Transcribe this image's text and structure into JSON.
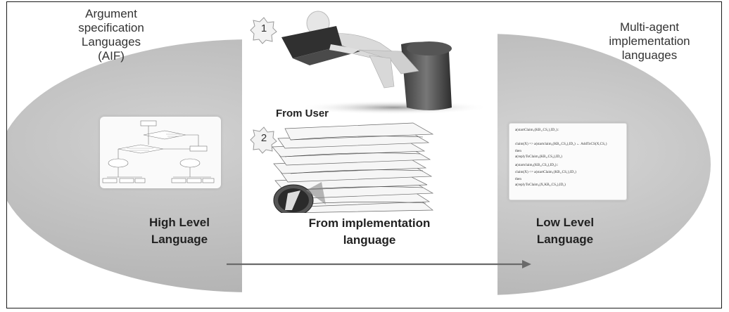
{
  "labels": {
    "left_top_lines": [
      "Argument",
      "specification",
      "Languages",
      "(AIF)"
    ],
    "right_top_lines": [
      "Multi-agent",
      "implementation",
      "languages"
    ],
    "high_level": [
      "High Level",
      "Language"
    ],
    "low_level": [
      "Low Level",
      "Language"
    ],
    "from_user": "From User",
    "from_implementation": [
      "From implementation",
      "language"
    ]
  },
  "badges": [
    "1",
    "2"
  ],
  "code_lines": [
    "a(startClaim₁(KB₁,CS₁),ID₁)::",
    "claim(X) => a(startclaim₂(KB₂,CS₂),ID₂)   ← AddToCS(X,CS₁)",
    "then",
    "a(replyToClaim₂(KB₂,CS₂),ID₂)",
    "a(startclaim₂(KB₂,CS₂),ID₂)::",
    "claim(X) <= a(startClaim₁(KB₁,CS₁),ID₁)",
    "then",
    "a(replyToClaim₂(X,KB₂,CS₂),ID₂)"
  ],
  "colors": {
    "ellipse": "#bdbdbd",
    "arrow": "#6a6a6a",
    "border": "#1a1a1a"
  },
  "icons": [
    "person-at-laptop-icon",
    "paper-stack-icon",
    "flowchart-thumbnail-icon",
    "code-thumbnail-icon"
  ]
}
